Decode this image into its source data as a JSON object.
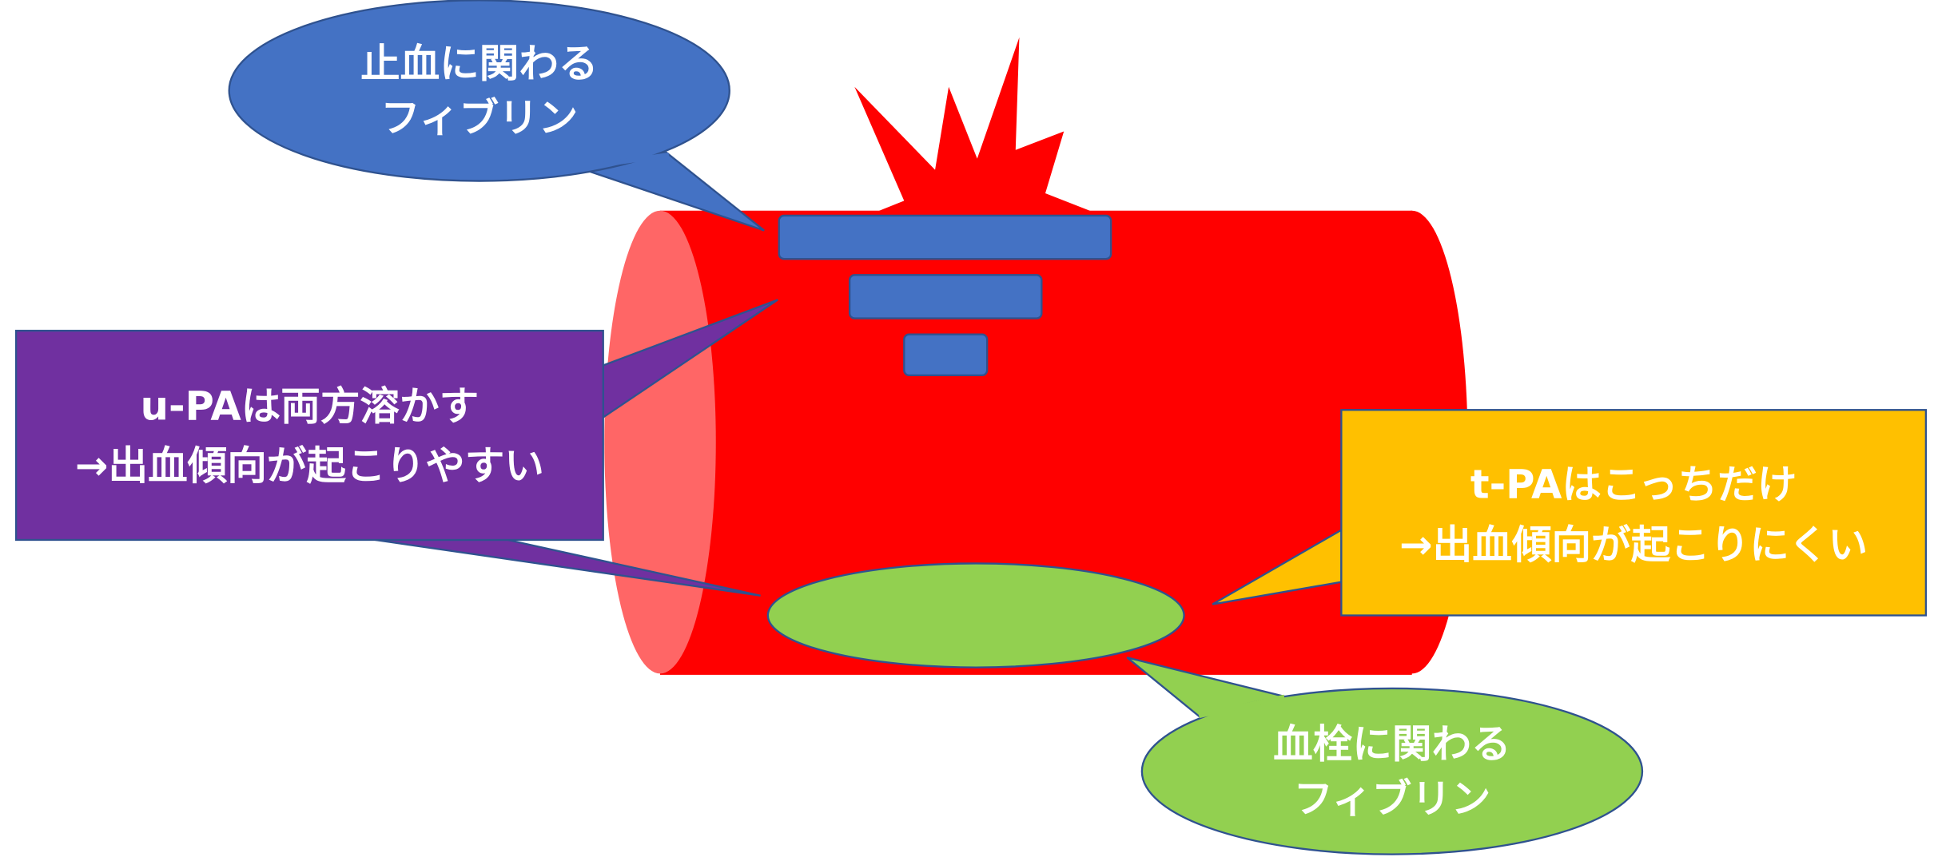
{
  "callouts": {
    "hemostasis": {
      "line1": "止血に関わる",
      "line2": "フィブリン"
    },
    "upa": {
      "line1": "u-PAは両方溶かす",
      "line2": "→出血傾向が起こりやすい"
    },
    "tpa": {
      "line1": "t-PAはこっちだけ",
      "line2": "→出血傾向が起こりにくい"
    },
    "thrombus": {
      "line1": "血栓に関わる",
      "line2": "フィブリン"
    }
  },
  "colors": {
    "vessel": "#FF0000",
    "vessel_face": "#FF6666",
    "hemostatic_fibrin": "#4472C4",
    "upa": "#7030A0",
    "tpa": "#FFC000",
    "thrombus_fibrin": "#92D050"
  }
}
